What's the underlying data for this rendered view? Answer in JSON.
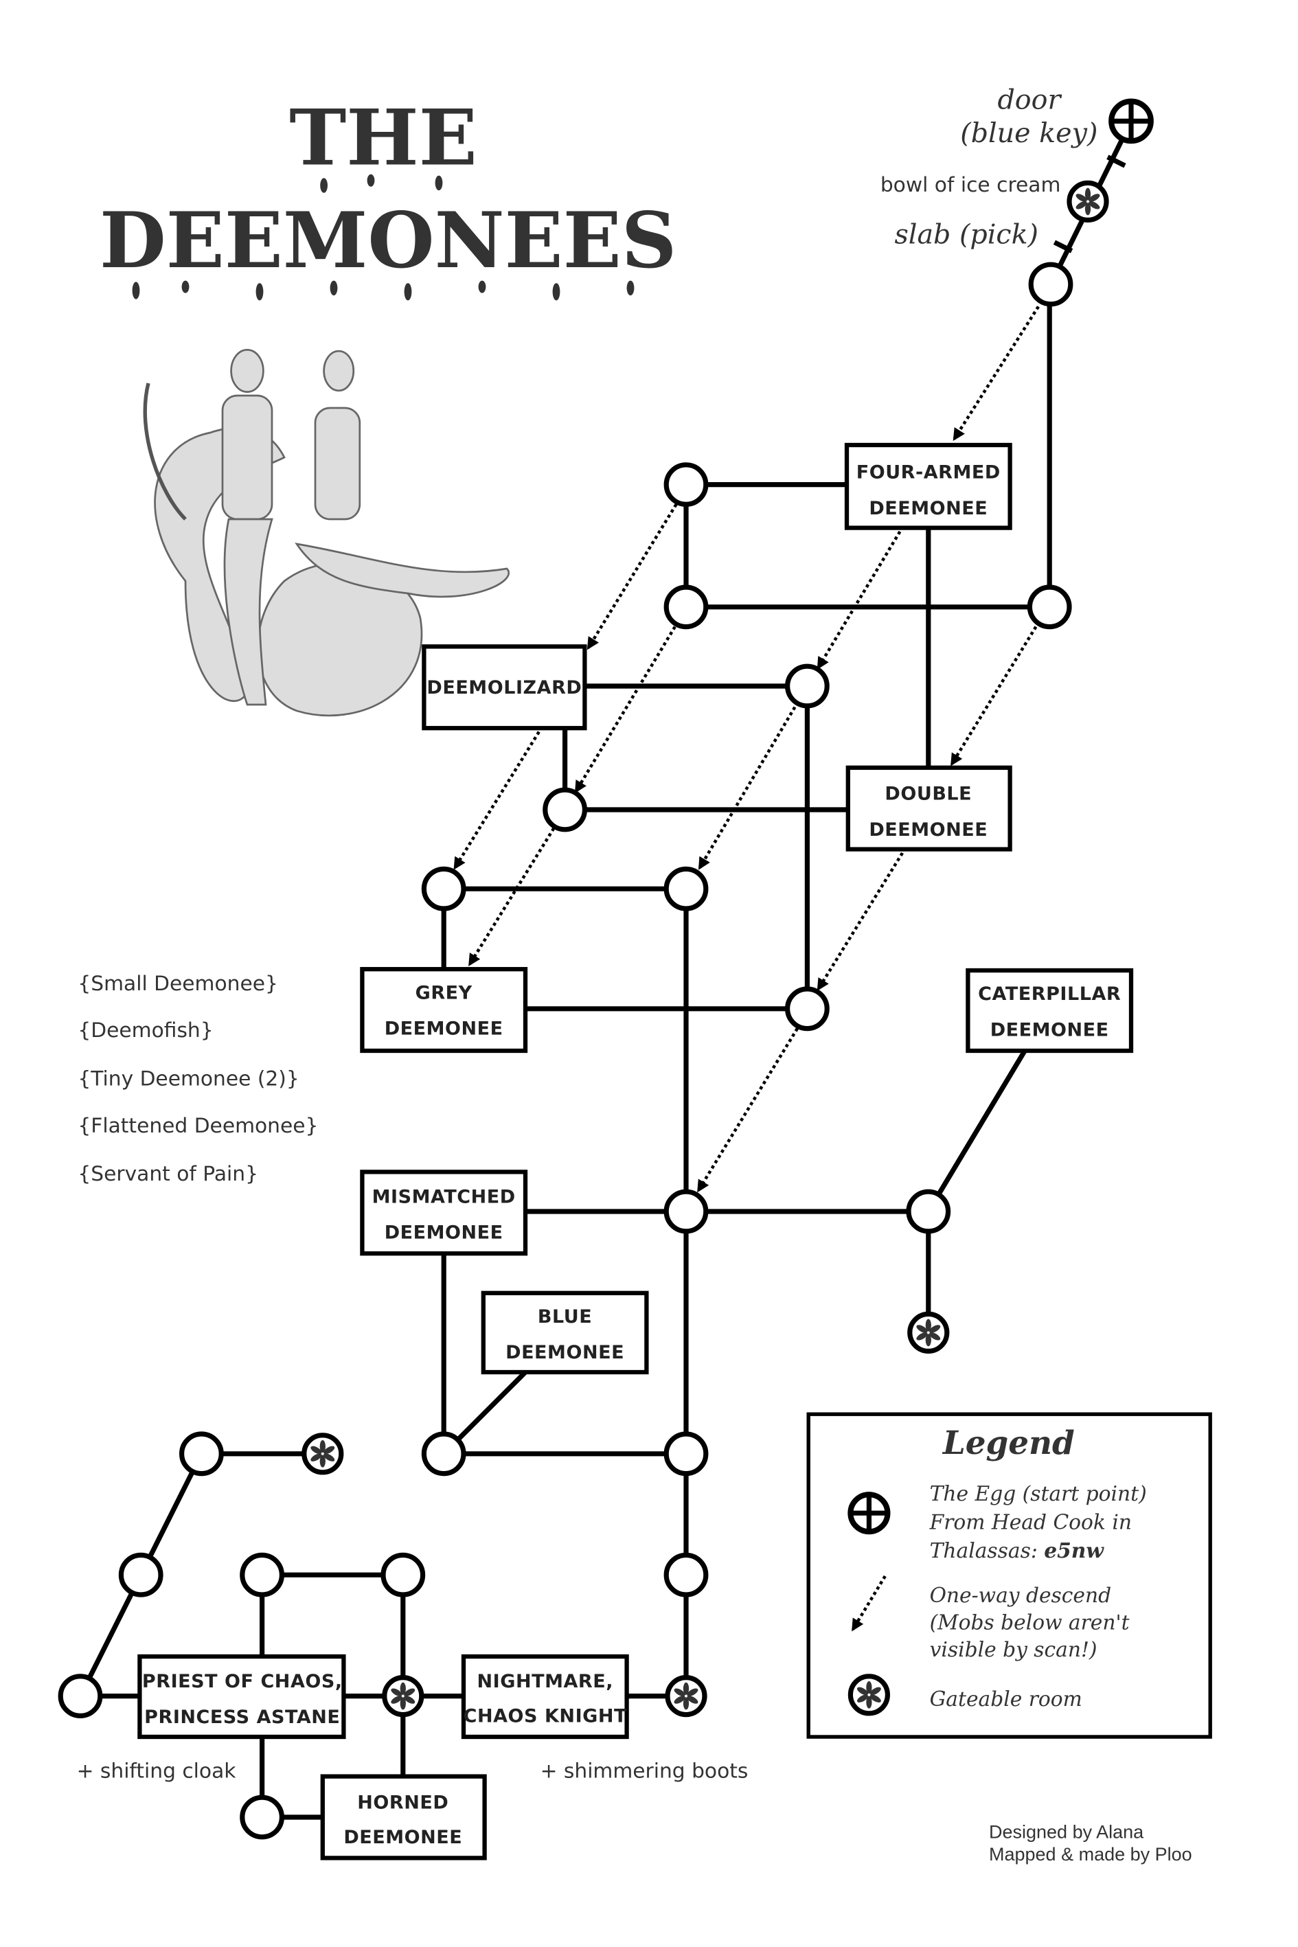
{
  "title": {
    "line1": "THE",
    "line2": "DEEMONEES"
  },
  "entrance": {
    "door_line1": "door",
    "door_line2": "(blue key)",
    "bowl": "bowl of ice cream",
    "slab": "slab (pick)"
  },
  "rooms": {
    "four_armed": [
      "FOUR-ARMED",
      "DEEMONEE"
    ],
    "deemolizard": [
      "DEEMOLIZARD"
    ],
    "double": [
      "DOUBLE",
      "DEEMONEE"
    ],
    "grey": [
      "GREY",
      "DEEMONEE"
    ],
    "caterpillar": [
      "CATERPILLAR",
      "DEEMONEE"
    ],
    "mismatched": [
      "MISMATCHED",
      "DEEMONEE"
    ],
    "blue": [
      "BLUE",
      "DEEMONEE"
    ],
    "priest": [
      "PRIEST OF CHAOS,",
      "PRINCESS ASTANE"
    ],
    "nightmare": [
      "NIGHTMARE,",
      "CHAOS KNIGHT"
    ],
    "horned": [
      "HORNED",
      "DEEMONEE"
    ]
  },
  "wandering_mobs": [
    "{Small Deemonee}",
    "{Deemofish}",
    "{Tiny Deemonee (2)}",
    "{Flattened Deemonee}",
    "{Servant of Pain}"
  ],
  "loot": {
    "priest": "+ shifting cloak",
    "nightmare": "+ shimmering boots"
  },
  "legend": {
    "title": "Legend",
    "egg": {
      "icon": "circle-cross-icon",
      "line1": "The Egg (start point)",
      "line2": "From Head Cook in",
      "line3": "Thalassas: ",
      "code": "e5nw"
    },
    "descend": {
      "icon": "dotted-arrow-icon",
      "line1": "One-way descend",
      "line2": "(Mobs below aren't",
      "line3": "visible by scan!)"
    },
    "gate": {
      "icon": "asterisk-circle-icon",
      "line1": "Gateable room"
    }
  },
  "credits": {
    "line1": "Designed by Alana",
    "line2": "Mapped & made by Ploo"
  }
}
